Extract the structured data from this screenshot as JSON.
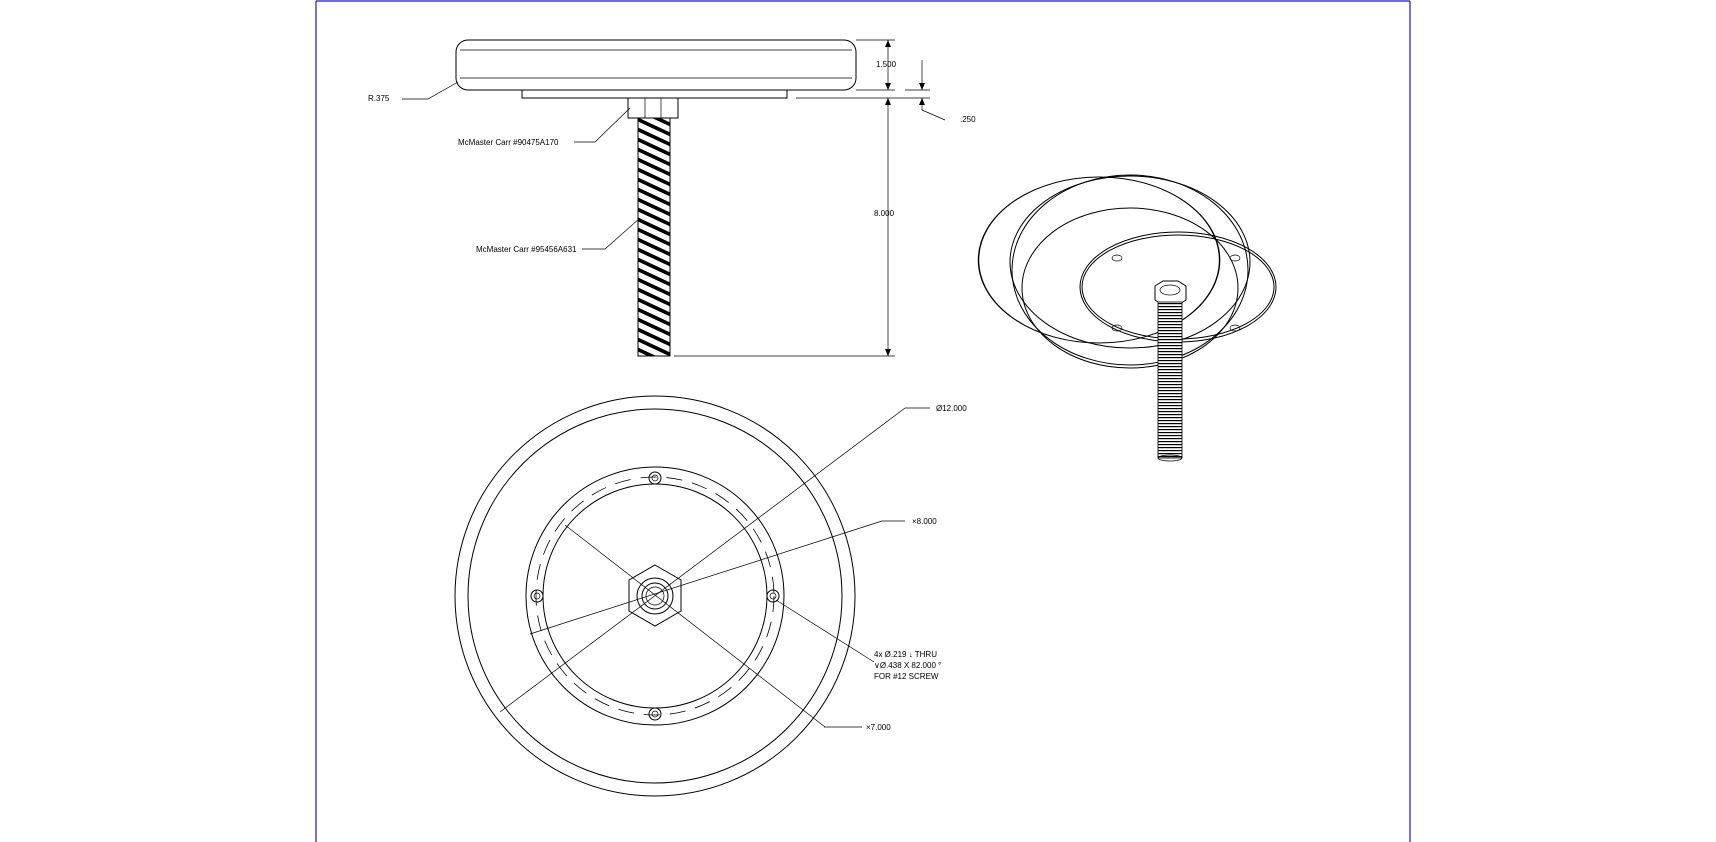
{
  "side_view": {
    "radius_label": "R.375",
    "part_label_nut": "McMaster Carr #90475A170",
    "part_label_rod": "McMaster Carr #95456A631",
    "dim_height": "1.500",
    "dim_plate": ".250",
    "dim_rod_length": "8.000"
  },
  "bottom_view": {
    "dim_outer_diameter": "Ø12.000",
    "dim_bolt_circle": "×8.000",
    "dim_plate_diameter": "×7.000",
    "hole_note_line1": "4x Ø.219 ↓ THRU",
    "hole_note_line2": "∨Ø.438 X 82.000 °",
    "hole_note_line3": "FOR #12 SCREW"
  },
  "colors": {
    "frame": "#1a1ab8",
    "line": "#000000"
  }
}
